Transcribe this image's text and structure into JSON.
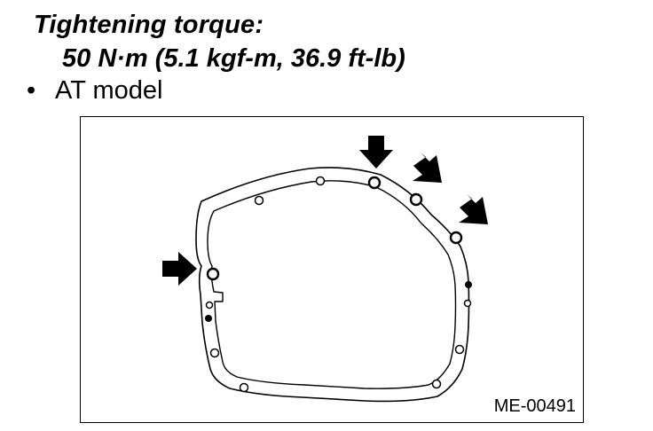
{
  "spec": {
    "heading": "Tightening torque:",
    "value": "50 N·m (5.1 kgf-m, 36.9 ft-lb)"
  },
  "bullet": {
    "symbol": "•",
    "text": "AT model"
  },
  "figure": {
    "id": "ME-00491",
    "subject": "transmission-housing-gasket",
    "arrow_count": 4,
    "colors": {
      "line": "#000000",
      "fill": "#ffffff"
    }
  }
}
